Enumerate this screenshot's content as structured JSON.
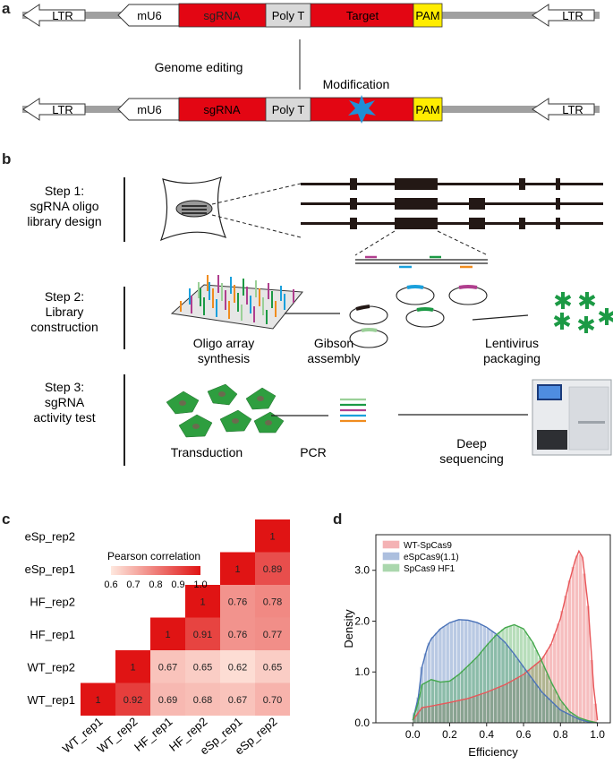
{
  "panel_labels": {
    "a": "a",
    "b": "b",
    "c": "c",
    "d": "d"
  },
  "panel_a": {
    "ltr": "LTR",
    "mu6": "mU6",
    "sgrna": "sgRNA",
    "polyt": "Poly T",
    "target": "Target",
    "pam": "PAM",
    "genome_editing": "Genome editing",
    "modification": "Modification",
    "colors": {
      "sgrna": "#e30613",
      "polyt": "#d9d9d9",
      "pam": "#ffed00",
      "backbone": "#a0a0a0",
      "star": "#1f8fd6"
    }
  },
  "panel_b": {
    "step1_line1": "Step 1:",
    "step1_line2": "sgRNA oligo",
    "step1_line3": "library design",
    "step2_line1": "Step 2:",
    "step2_line2": "Library",
    "step2_line3": "construction",
    "step3_line1": "Step 3:",
    "step3_line2": "sgRNA",
    "step3_line3": "activity test",
    "oligo_line1": "Oligo array",
    "oligo_line2": "synthesis",
    "gibson_line1": "Gibson",
    "gibson_line2": "assembly",
    "lenti_line1": "Lentivirus",
    "lenti_line2": "packaging",
    "transduction": "Transduction",
    "pcr": "PCR",
    "deep_line1": "Deep",
    "deep_line2": "sequencing"
  },
  "chart_data": [
    {
      "type": "heatmap",
      "title": "",
      "legend_title": "Pearson correlation",
      "legend_ticks": [
        "0.6",
        "0.7",
        "0.8",
        "0.9",
        "1.0"
      ],
      "row_labels": [
        "eSp_rep2",
        "eSp_rep1",
        "HF_rep2",
        "HF_rep1",
        "WT_rep2",
        "WT_rep1"
      ],
      "col_labels": [
        "WT_rep1",
        "WT_rep2",
        "HF_rep1",
        "HF_rep2",
        "eSp_rep1",
        "eSp_rep2"
      ],
      "values": [
        [
          null,
          null,
          null,
          null,
          null,
          "1"
        ],
        [
          null,
          null,
          null,
          null,
          "1",
          "0.89"
        ],
        [
          null,
          null,
          null,
          "1",
          "0.76",
          "0.78"
        ],
        [
          null,
          null,
          "1",
          "0.91",
          "0.76",
          "0.77"
        ],
        [
          null,
          "1",
          "0.67",
          "0.65",
          "0.62",
          "0.65"
        ],
        [
          "1",
          "0.92",
          "0.69",
          "0.68",
          "0.67",
          "0.70"
        ]
      ],
      "color_range": [
        0.6,
        1.0
      ]
    },
    {
      "type": "area",
      "title": "",
      "xlabel": "Efficiency",
      "ylabel": "Density",
      "xlim": [
        -0.2,
        1.07
      ],
      "ylim": [
        0,
        3.7
      ],
      "x_ticks": [
        "0.0",
        "0.2",
        "0.4",
        "0.6",
        "0.8",
        "1.0"
      ],
      "y_ticks": [
        "0.0",
        "1.0",
        "2.0",
        "3.0"
      ],
      "legend_position": "top-left",
      "series": [
        {
          "name": "WT-SpCas9",
          "color": "#e8575a",
          "x": [
            0.0,
            0.05,
            0.1,
            0.2,
            0.3,
            0.4,
            0.5,
            0.6,
            0.7,
            0.75,
            0.8,
            0.85,
            0.88,
            0.9,
            0.92,
            0.95,
            0.98,
            1.0
          ],
          "y": [
            0.05,
            0.3,
            0.33,
            0.4,
            0.48,
            0.6,
            0.75,
            0.95,
            1.25,
            1.55,
            2.05,
            2.8,
            3.2,
            3.38,
            3.25,
            2.3,
            0.7,
            0.05
          ]
        },
        {
          "name": "eSpCas9(1.1)",
          "color": "#4a72b8",
          "x": [
            0.0,
            0.03,
            0.05,
            0.08,
            0.1,
            0.15,
            0.2,
            0.25,
            0.3,
            0.35,
            0.4,
            0.45,
            0.5,
            0.55,
            0.6,
            0.65,
            0.7,
            0.8,
            0.9,
            0.95,
            1.0
          ],
          "y": [
            0.05,
            0.5,
            1.1,
            1.5,
            1.65,
            1.85,
            1.97,
            2.03,
            2.02,
            1.97,
            1.88,
            1.75,
            1.58,
            1.35,
            1.1,
            0.85,
            0.6,
            0.25,
            0.07,
            0.02,
            0.0
          ]
        },
        {
          "name": "SpCas9 HF1",
          "color": "#44a84c",
          "x": [
            0.0,
            0.03,
            0.05,
            0.1,
            0.15,
            0.2,
            0.25,
            0.3,
            0.35,
            0.4,
            0.45,
            0.5,
            0.55,
            0.6,
            0.65,
            0.7,
            0.75,
            0.8,
            0.85,
            0.9,
            0.95,
            1.0
          ],
          "y": [
            0.05,
            0.4,
            0.75,
            0.85,
            0.8,
            0.82,
            0.95,
            1.12,
            1.3,
            1.52,
            1.72,
            1.87,
            1.93,
            1.85,
            1.58,
            1.2,
            0.8,
            0.45,
            0.22,
            0.1,
            0.04,
            0.0
          ]
        }
      ]
    }
  ]
}
